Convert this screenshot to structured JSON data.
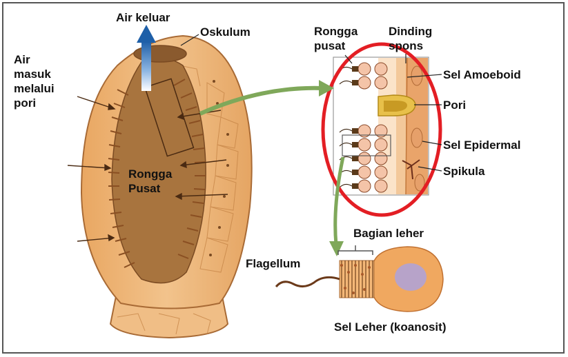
{
  "colors": {
    "sponge_body": "#e7ab6c",
    "sponge_outline": "#a86a35",
    "central_cavity": "#a8743e",
    "cell_pink": "#f4c4a8",
    "cell_nucleus": "#6b4a2a",
    "pore_yellow": "#e8c04a",
    "highlight_ring": "#e31e24",
    "arrow_green": "#7fa85a",
    "water_out_blue": "#2c6fb5",
    "choanocyte_body": "#f0a860",
    "choanocyte_nucleus": "#b7a3c9"
  },
  "labels": {
    "air_keluar": "Air keluar",
    "oskulum": "Oskulum",
    "air_masuk_1": "Air",
    "air_masuk_2": "masuk",
    "air_masuk_3": "melalui",
    "air_masuk_4": "pori",
    "rongga_pusat_body_1": "Rongga",
    "rongga_pusat_body_2": "Pusat",
    "rongga_pusat_top_1": "Rongga",
    "rongga_pusat_top_2": "pusat",
    "dinding_spons_1": "Dinding",
    "dinding_spons_2": "spons",
    "sel_amoeboid": "Sel Amoeboid",
    "pori": "Pori",
    "sel_epidermal": "Sel Epidermal",
    "spikula": "Spikula",
    "bagian_leher": "Bagian leher",
    "flagellum": "Flagellum",
    "sel_leher": "Sel Leher (koanosit)"
  },
  "icons": {
    "water_out": "blue-up-arrow-icon",
    "zoom_arrow": "green-curved-arrow-icon"
  }
}
